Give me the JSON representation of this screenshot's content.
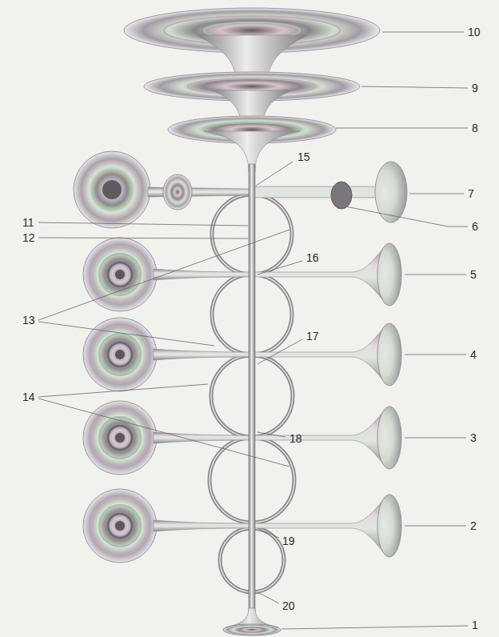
{
  "diagram": {
    "labels": [
      "10",
      "9",
      "8",
      "15",
      "7",
      "11",
      "12",
      "6",
      "16",
      "5",
      "13",
      "17",
      "4",
      "14",
      "18",
      "3",
      "2",
      "19",
      "20",
      "1"
    ]
  }
}
